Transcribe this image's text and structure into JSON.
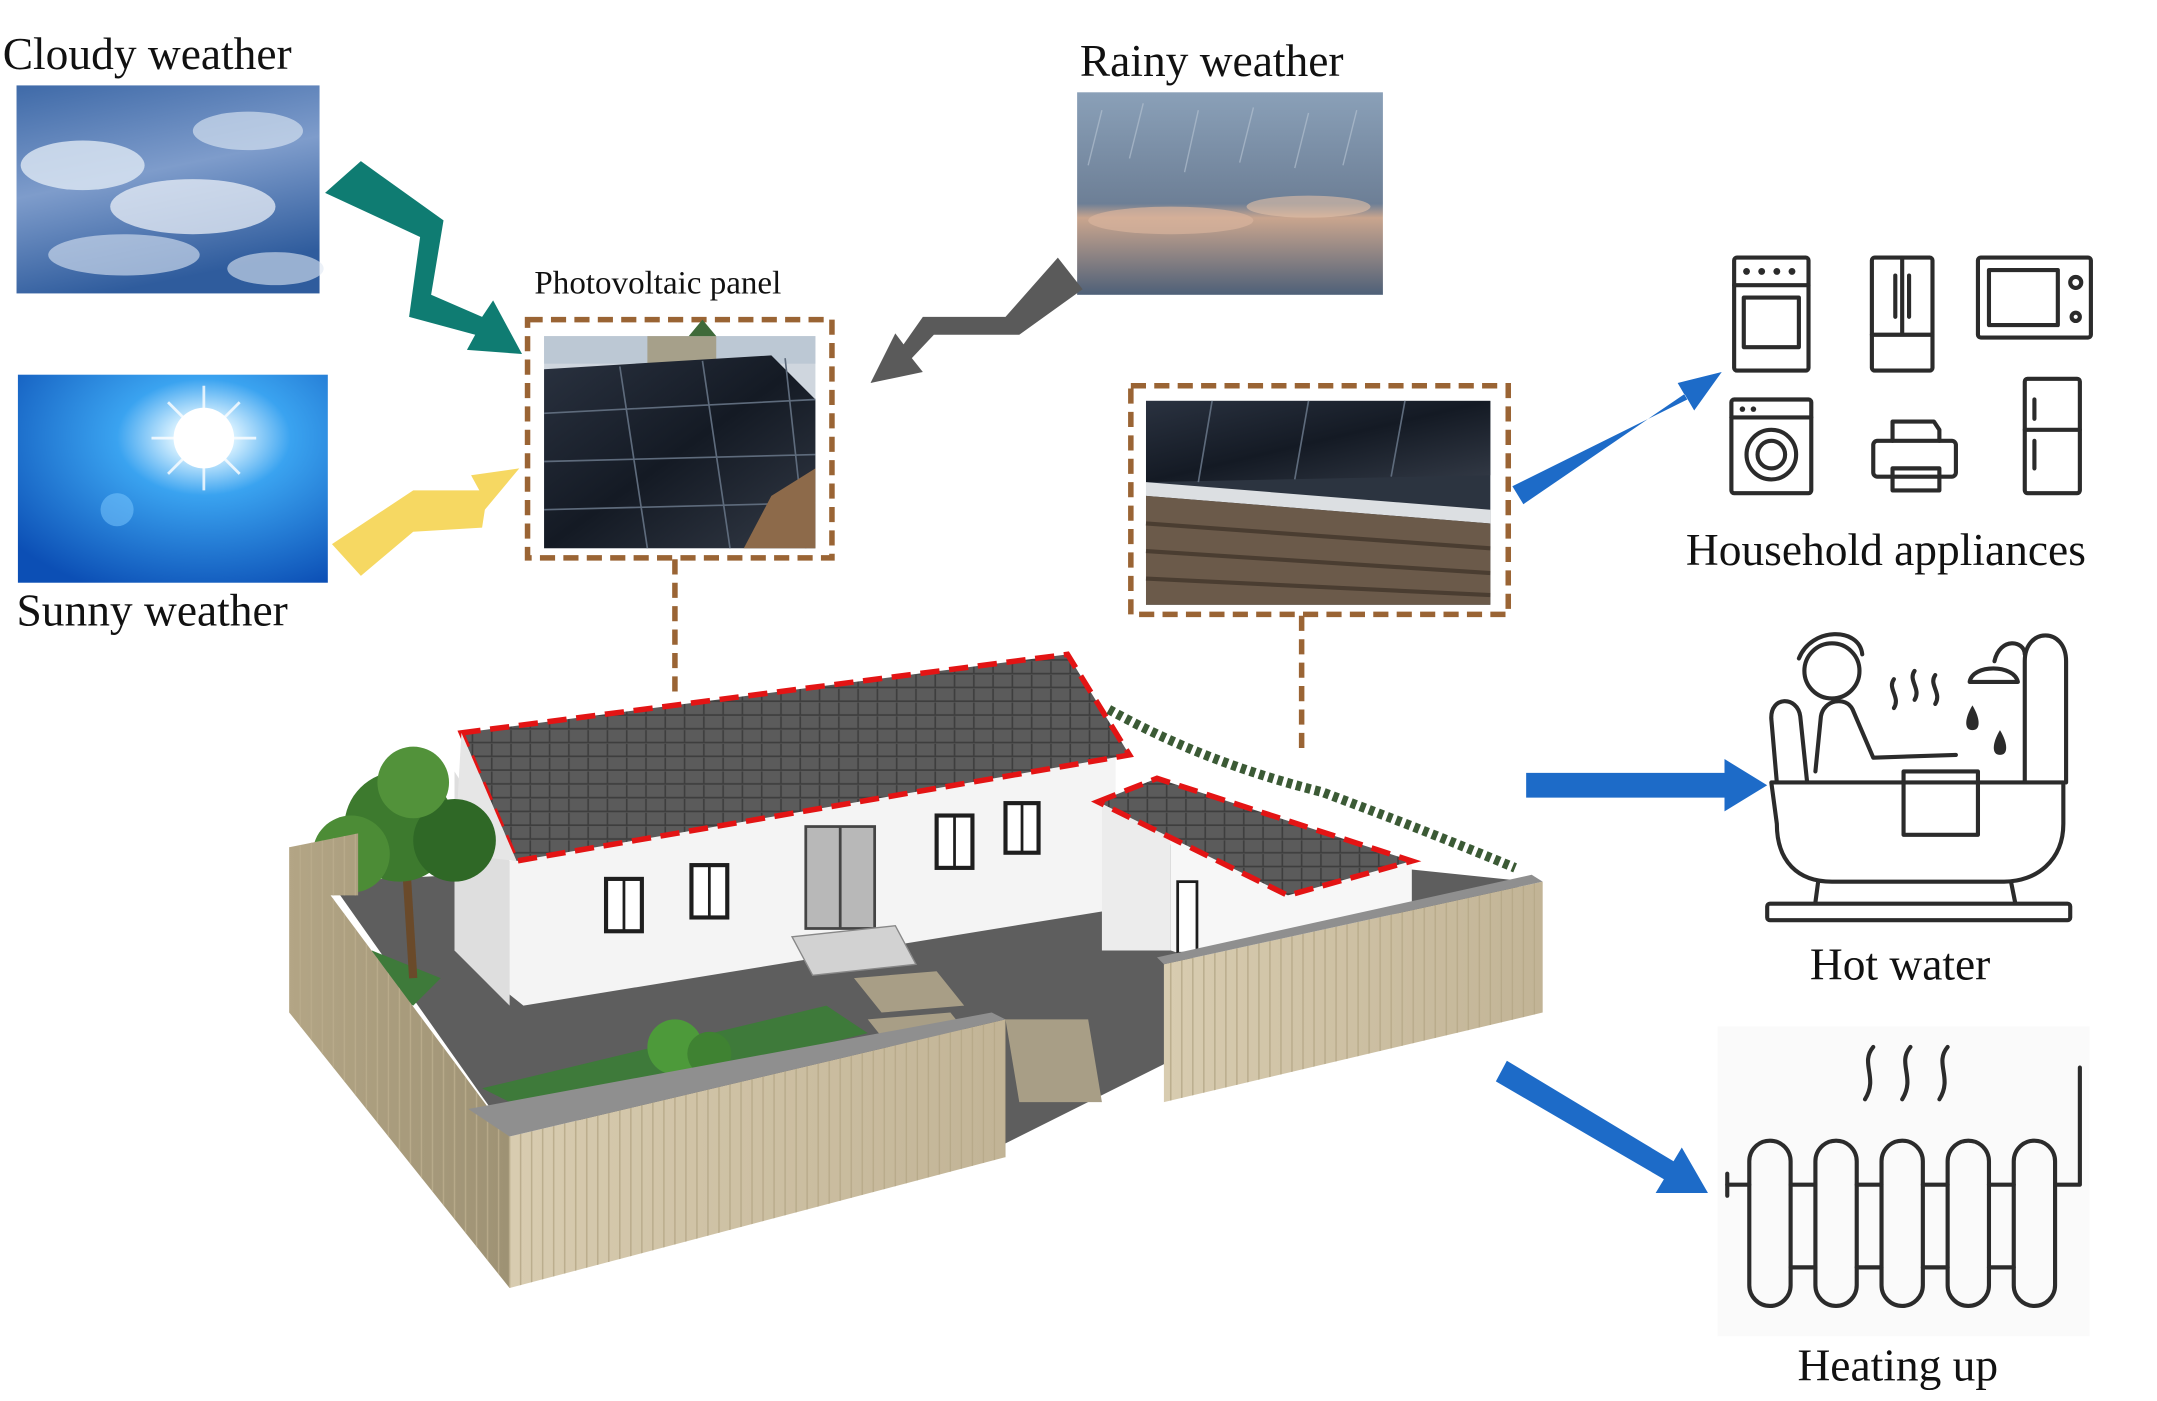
{
  "labels": {
    "cloudy": "Cloudy weather",
    "rainy": "Rainy weather",
    "sunny": "Sunny weather",
    "pv_panel": "Photovoltaic panel",
    "appliances": "Household appliances",
    "hot_water": "Hot water",
    "heating": "Heating up"
  },
  "colors": {
    "cloudy_arrow": "#0f7c72",
    "rainy_arrow": "#5a5a5a",
    "sunny_arrow": "#f6d862",
    "output_arrow": "#1d6bc8",
    "callout_border": "#9a6434",
    "roof_outline": "#e31414"
  },
  "icons": {
    "cloudy_photo": "cloudy-sky-photo",
    "rainy_photo": "rainy-sky-photo",
    "sunny_photo": "sunny-sky-photo",
    "appliances": [
      "stove-icon",
      "fridge-icon",
      "microwave-icon",
      "washing-machine-icon",
      "printer-icon",
      "tall-fridge-icon"
    ],
    "hot_water": "bathtub-icon",
    "heating": "radiator-icon"
  }
}
